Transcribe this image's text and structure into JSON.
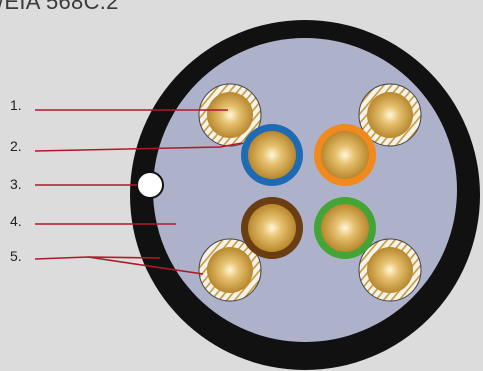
{
  "header": {
    "text": "/EIA 568C.2"
  },
  "callouts": [
    {
      "label": "1."
    },
    {
      "label": "2."
    },
    {
      "label": "3."
    },
    {
      "label": "4."
    },
    {
      "label": "5."
    }
  ],
  "colors": {
    "background": "#dcdcdc",
    "jacket": "#111111",
    "filler": "#aeb1ca",
    "callout_line": "#b0182a",
    "core_gold": "#c89a3a",
    "insulation_blue": "#1e6bb3",
    "insulation_orange": "#f08a1e",
    "insulation_brown": "#6a3d12",
    "insulation_green": "#43a536",
    "insulation_white_striped": "#f2f0e6"
  },
  "conductors": [
    {
      "id": "white-striped-top-left",
      "insulation": "insulation_white_striped"
    },
    {
      "id": "white-striped-top-right",
      "insulation": "insulation_white_striped"
    },
    {
      "id": "blue",
      "insulation": "insulation_blue"
    },
    {
      "id": "orange",
      "insulation": "insulation_orange"
    },
    {
      "id": "brown",
      "insulation": "insulation_brown"
    },
    {
      "id": "green",
      "insulation": "insulation_green"
    },
    {
      "id": "white-striped-bottom-left",
      "insulation": "insulation_white_striped"
    },
    {
      "id": "white-striped-bottom-right",
      "insulation": "insulation_white_striped"
    }
  ]
}
